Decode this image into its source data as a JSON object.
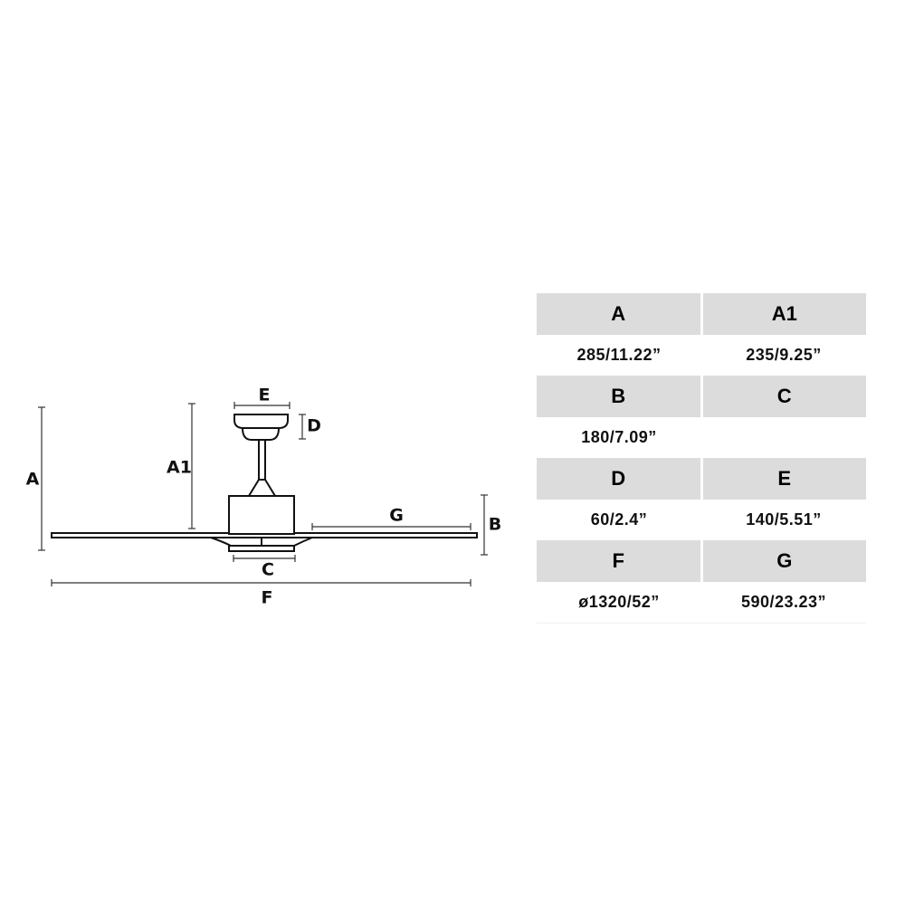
{
  "diagram": {
    "labels": {
      "A": "A",
      "A1": "A1",
      "B": "B",
      "C": "C",
      "D": "D",
      "E": "E",
      "F": "F",
      "G": "G"
    }
  },
  "table": {
    "rows": [
      {
        "headers": [
          "A",
          "A1"
        ],
        "values": [
          "285/11.22”",
          "235/9.25”"
        ]
      },
      {
        "headers": [
          "B",
          "C"
        ],
        "values": [
          "180/7.09”",
          ""
        ]
      },
      {
        "headers": [
          "D",
          "E"
        ],
        "values": [
          "60/2.4”",
          "140/5.51”"
        ]
      },
      {
        "headers": [
          "F",
          "G"
        ],
        "values": [
          "ø1320/52”",
          "590/23.23”"
        ]
      }
    ]
  }
}
